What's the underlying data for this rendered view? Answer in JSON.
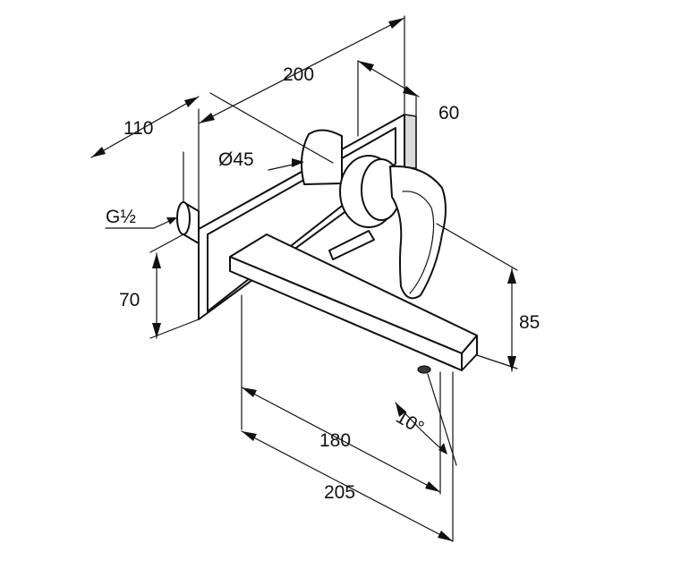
{
  "drawing": {
    "dimensions": {
      "d200": "200",
      "d110": "110",
      "d60": "60",
      "d45": "Ø45",
      "thread": "G½",
      "d70": "70",
      "d85": "85",
      "d180": "180",
      "d205": "205",
      "angle": "10°"
    }
  }
}
